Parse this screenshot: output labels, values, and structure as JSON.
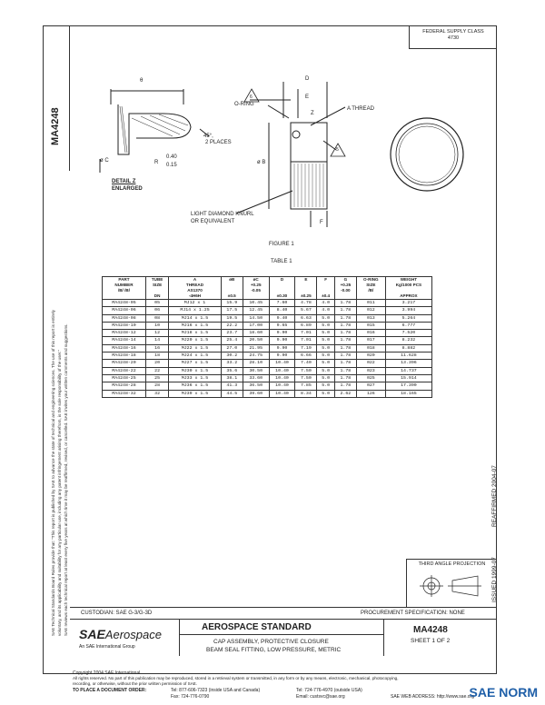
{
  "side": {
    "doc_number": "MA4248",
    "disclaimer_1": "SAE Technical Standards Board Rules provide that: \"This report is published by SAE to advance the state of technical and engineering sciences. The use of this report is entirely",
    "disclaimer_2": "voluntary, and its applicability and suitability for any particular use, including any patent infringement arising therefrom, is the sole responsibility of the user.\"",
    "disclaimer_3": "SAE reviews each technical report at least every five years at which time it may be reaffirmed, revised, or cancelled. SAE invites your written comments and suggestions."
  },
  "header": {
    "federal_supply_class_label": "FEDERAL SUPPLY CLASS",
    "federal_supply_class_value": "4730"
  },
  "figure": {
    "detail_label": "DETAIL Z",
    "detail_sub": "ENLARGED",
    "dim_theta": "θ",
    "dim_45": "45°,",
    "dim_places": "2 PLACES",
    "dim_r": "R",
    "dim_r_val": "0.40",
    "dim_r_val2": "0.15",
    "dim_c": "ø C",
    "dim_d": "D",
    "dim_e": "E",
    "dim_z": "Z",
    "dim_b": "ø B",
    "dim_f": "F",
    "oring_label": "O-RING",
    "thread_label": "A THREAD",
    "knurl_label_1": "LIGHT DIAMOND KNURL",
    "knurl_label_2": "OR EQUIVALENT",
    "note_6": "6",
    "note_5": "5",
    "caption": "FIGURE 1",
    "table_caption": "TABLE 1"
  },
  "table": {
    "headers": [
      {
        "l1": "PART",
        "l2": "NUMBER",
        "l3": "/B/ /B/",
        "l4": ""
      },
      {
        "l1": "TUBE",
        "l2": "SIZE",
        "l3": "",
        "l4": "DN"
      },
      {
        "l1": "A",
        "l2": "THREAD",
        "l3": "AS1370",
        "l4": "-4H6H"
      },
      {
        "l1": "øB",
        "l2": "",
        "l3": "",
        "l4": "±0.5"
      },
      {
        "l1": "øC",
        "l2": "+0.25",
        "l3": "-0.05",
        "l4": ""
      },
      {
        "l1": "D",
        "l2": "",
        "l3": "",
        "l4": "±0.30"
      },
      {
        "l1": "E",
        "l2": "",
        "l3": "",
        "l4": "±0.25"
      },
      {
        "l1": "F",
        "l2": "",
        "l3": "",
        "l4": "±0.4"
      },
      {
        "l1": "G",
        "l2": "+0.25",
        "l3": "-0.00",
        "l4": ""
      },
      {
        "l1": "O-RING",
        "l2": "SIZE",
        "l3": "/B/",
        "l4": ""
      },
      {
        "l1": "WEIGHT",
        "l2": "Kg/1000 PCS",
        "l3": "",
        "l4": "APPROX"
      }
    ],
    "rows": [
      [
        "MA4248-05",
        "05",
        "MJ12 x 1",
        "15.9",
        "10.45",
        "7.60",
        "4.78",
        "4.0",
        "1.78",
        "011",
        "3.217"
      ],
      [
        "MA4248-06",
        "06",
        "MJ14 x 1.25",
        "17.5",
        "12.45",
        "8.40",
        "5.67",
        "4.0",
        "1.78",
        "012",
        "3.994"
      ],
      [
        "MA4248-08",
        "08",
        "MJ14 x 1.5",
        "19.5",
        "14.50",
        "9.40",
        "6.63",
        "5.0",
        "1.78",
        "013",
        "5.264"
      ],
      [
        "MA4248-10",
        "10",
        "MJ16 x 1.5",
        "22.2",
        "17.00",
        "9.65",
        "6.89",
        "5.0",
        "1.78",
        "015",
        "6.777"
      ],
      [
        "MA4248-12",
        "12",
        "MJ18 x 1.5",
        "23.7",
        "18.60",
        "9.90",
        "7.01",
        "5.0",
        "1.78",
        "016",
        "7.520"
      ],
      [
        "MA4248-14",
        "14",
        "MJ20 x 1.5",
        "25.4",
        "20.50",
        "9.90",
        "7.01",
        "5.0",
        "1.78",
        "017",
        "8.232"
      ],
      [
        "MA4248-16",
        "16",
        "MJ22 x 1.5",
        "27.0",
        "21.95",
        "9.90",
        "7.19",
        "5.0",
        "1.78",
        "018",
        "8.882"
      ],
      [
        "MA4248-18",
        "18",
        "MJ24 x 1.5",
        "30.2",
        "24.75",
        "9.90",
        "6.66",
        "5.0",
        "1.78",
        "020",
        "11.628"
      ],
      [
        "MA4248-20",
        "20",
        "MJ27 x 1.5",
        "33.2",
        "28.10",
        "10.40",
        "7.40",
        "5.0",
        "1.78",
        "022",
        "13.396"
      ],
      [
        "MA4248-22",
        "22",
        "MJ30 x 1.5",
        "35.6",
        "30.50",
        "10.40",
        "7.50",
        "5.0",
        "1.78",
        "023",
        "14.737"
      ],
      [
        "MA4248-25",
        "25",
        "MJ33 x 1.5",
        "38.1",
        "33.60",
        "10.40",
        "7.50",
        "5.0",
        "1.78",
        "025",
        "15.914"
      ],
      [
        "MA4248-28",
        "28",
        "MJ36 x 1.5",
        "41.3",
        "36.50",
        "10.40",
        "7.85",
        "5.0",
        "1.78",
        "027",
        "17.390"
      ],
      [
        "MA4248-32",
        "32",
        "MJ39 x 1.5",
        "44.5",
        "39.60",
        "10.40",
        "8.34",
        "5.0",
        "2.62",
        "126",
        "18.165"
      ]
    ]
  },
  "right_side": {
    "reaffirmed": "REAFFIRMED 2004-07",
    "issued": "ISSUED 1999-07"
  },
  "projection": {
    "title": "THIRD ANGLE PROJECTION"
  },
  "title_block": {
    "custodian": "CUSTODIAN:  SAE G-3/G-3D",
    "procurement": "PROCUREMENT SPECIFICATION:  NONE",
    "logo_main": "SAE",
    "logo_sub": "Aerospace",
    "logo_tagline": "An SAE International Group",
    "standard_title": "AEROSPACE STANDARD",
    "desc_1": "CAP ASSEMBLY, PROTECTIVE CLOSURE",
    "desc_2": "BEAM SEAL FITTING, LOW PRESSURE, METRIC",
    "doc_number": "MA4248",
    "sheet": "SHEET 1 OF 2"
  },
  "footer": {
    "copyright": "Copyright 2004 SAE International",
    "rights": "All rights reserved. No part of this publication may be reproduced, stored in a retrieval system or transmitted, in any form or by any means, electronic, mechanical, photocopying,",
    "rights_2": "recording, or otherwise, without the prior written permission of SAE.",
    "order_label": "TO PLACE A DOCUMENT ORDER:",
    "tel_1": "Tel:  877-606-7323 (inside USA and Canada)",
    "fax": "Fax:  724-776-0790",
    "tel_2": "Tel:  724-776-4970 (outside USA)",
    "email": "Email:  custsvc@sae.org",
    "web": "SAE WEB ADDRESS: http://www.sae.org",
    "brand": "SAE NORM"
  }
}
